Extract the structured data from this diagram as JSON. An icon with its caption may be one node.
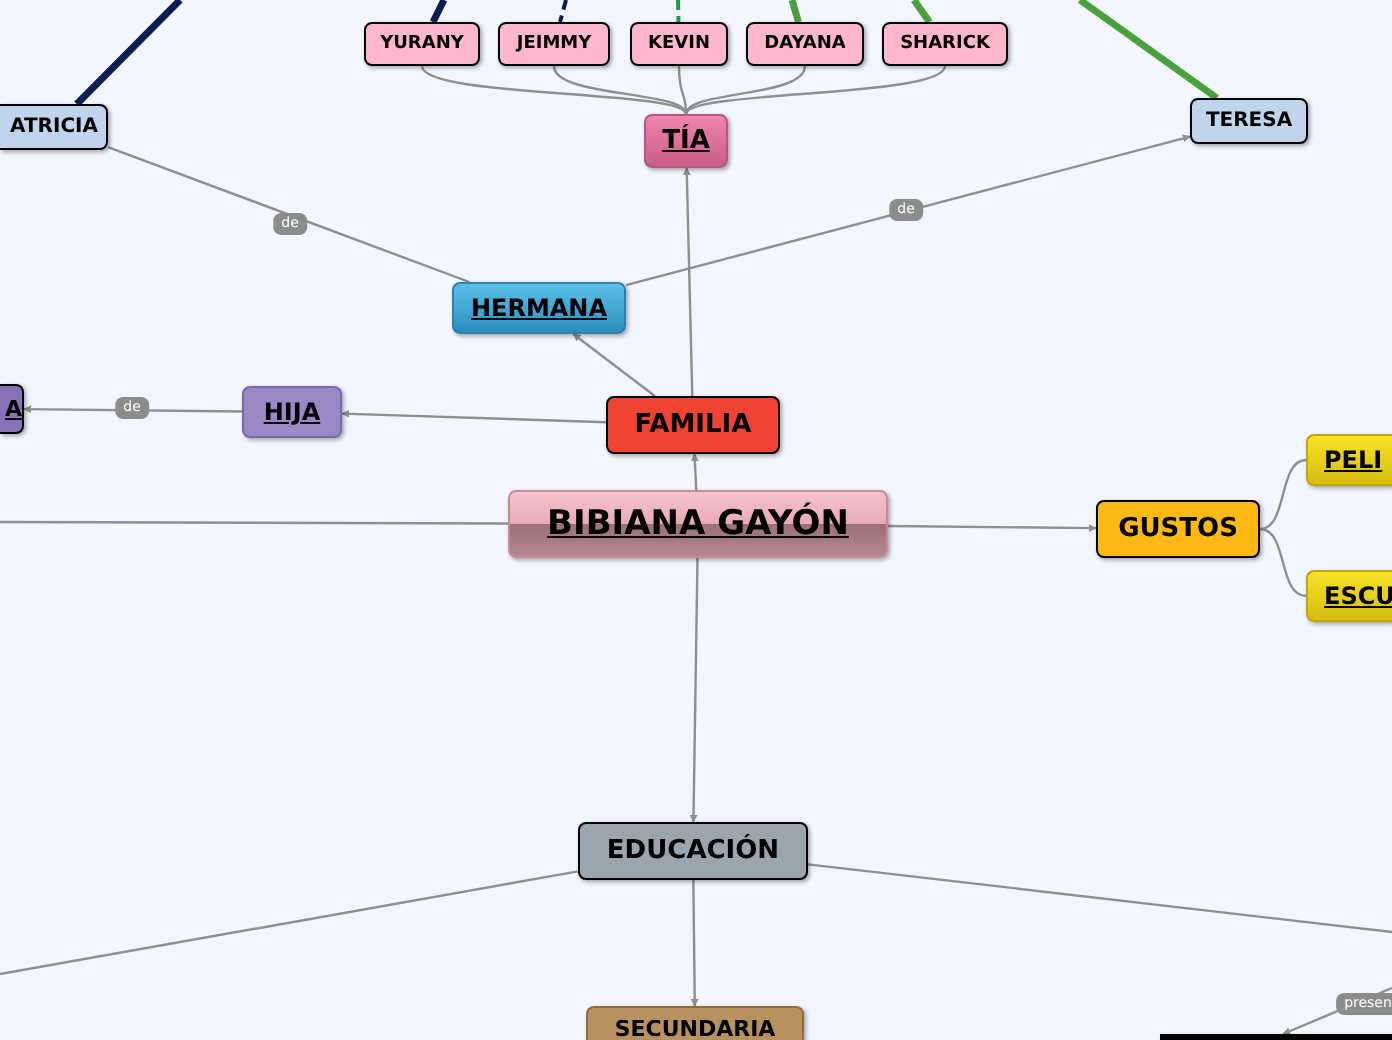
{
  "diagram": {
    "nodes": [
      {
        "text": [
          "BIBIANA GAYÓN"
        ]
      },
      {
        "text": [
          "FAMILIA"
        ]
      },
      {
        "text": [
          "HIJA"
        ]
      },
      {
        "text": [
          "A"
        ]
      },
      {
        "text": [
          "HERMANA"
        ]
      },
      {
        "text": [
          "ATRICIA"
        ]
      },
      {
        "text": [
          "TÍA"
        ]
      },
      {
        "text": [
          "YURANY"
        ]
      },
      {
        "text": [
          "JEIMMY"
        ]
      },
      {
        "text": [
          "KEVIN"
        ]
      },
      {
        "text": [
          "DAYANA"
        ]
      },
      {
        "text": [
          "SHARICK"
        ]
      },
      {
        "text": [
          "TERESA"
        ]
      },
      {
        "text": [
          "GUSTOS"
        ]
      },
      {
        "text": [
          "PELI"
        ]
      },
      {
        "text": [
          "ESCU"
        ]
      },
      {
        "text": [
          "EDUCACIÓN"
        ]
      },
      {
        "text": [
          "SECUNDARIA"
        ]
      },
      {
        "text": [],
        "shape": "box"
      }
    ],
    "edges": [
      {
        "from": 0,
        "to": 1,
        "arrow": "to"
      },
      {
        "from": 1,
        "to": 2,
        "arrow": "to"
      },
      {
        "from": 2,
        "to": 3,
        "arrow": "to",
        "label": "de"
      },
      {
        "from": 1,
        "to": 4,
        "arrow": "to"
      },
      {
        "from": 4,
        "to": 5,
        "arrow": "none",
        "label": "de"
      },
      {
        "from": 4,
        "to": 12,
        "arrow": "to",
        "label": "de"
      },
      {
        "from": 1,
        "to": 6,
        "arrow": "to"
      },
      {
        "from": 6,
        "to": 7,
        "arrow": "none"
      },
      {
        "from": 6,
        "to": 8,
        "arrow": "none"
      },
      {
        "from": 6,
        "to": 9,
        "arrow": "none"
      },
      {
        "from": 6,
        "to": 10,
        "arrow": "none"
      },
      {
        "from": 6,
        "to": 11,
        "arrow": "none"
      },
      {
        "from": 0,
        "to": 13,
        "arrow": "to"
      },
      {
        "from": 13,
        "to": 14,
        "arrow": "none"
      },
      {
        "from": 13,
        "to": 15,
        "arrow": "none"
      },
      {
        "from": 0,
        "to": 16,
        "arrow": "to"
      },
      {
        "from": 16,
        "to": 17,
        "arrow": "to"
      },
      {
        "from": 0,
        "to": null,
        "arrow": "none"
      },
      {
        "from": 16,
        "to": null,
        "arrow": "none"
      },
      {
        "from": 16,
        "to": null,
        "arrow": "none"
      },
      {
        "from": null,
        "to": 18,
        "arrow": "to",
        "label": "presen"
      },
      {
        "from": null,
        "to": 5,
        "arrow": "to",
        "style": "thick",
        "color": "#0a1f4d"
      },
      {
        "from": null,
        "to": 12,
        "arrow": "to",
        "style": "thick",
        "color": "#4aa03c"
      },
      {
        "from": null,
        "to": 7,
        "arrow": "none",
        "style": "thick",
        "color": "#0a1f4d"
      },
      {
        "from": null,
        "to": 8,
        "arrow": "none",
        "style": "dashed",
        "color": "#0a1f4d"
      },
      {
        "from": null,
        "to": 9,
        "arrow": "none",
        "style": "dashed",
        "color": "#1a9a4a"
      },
      {
        "from": null,
        "to": 10,
        "arrow": "none",
        "style": "thick",
        "color": "#4aa03c"
      },
      {
        "from": null,
        "to": 11,
        "arrow": "none",
        "style": "thick",
        "color": "#4aa03c"
      }
    ]
  }
}
